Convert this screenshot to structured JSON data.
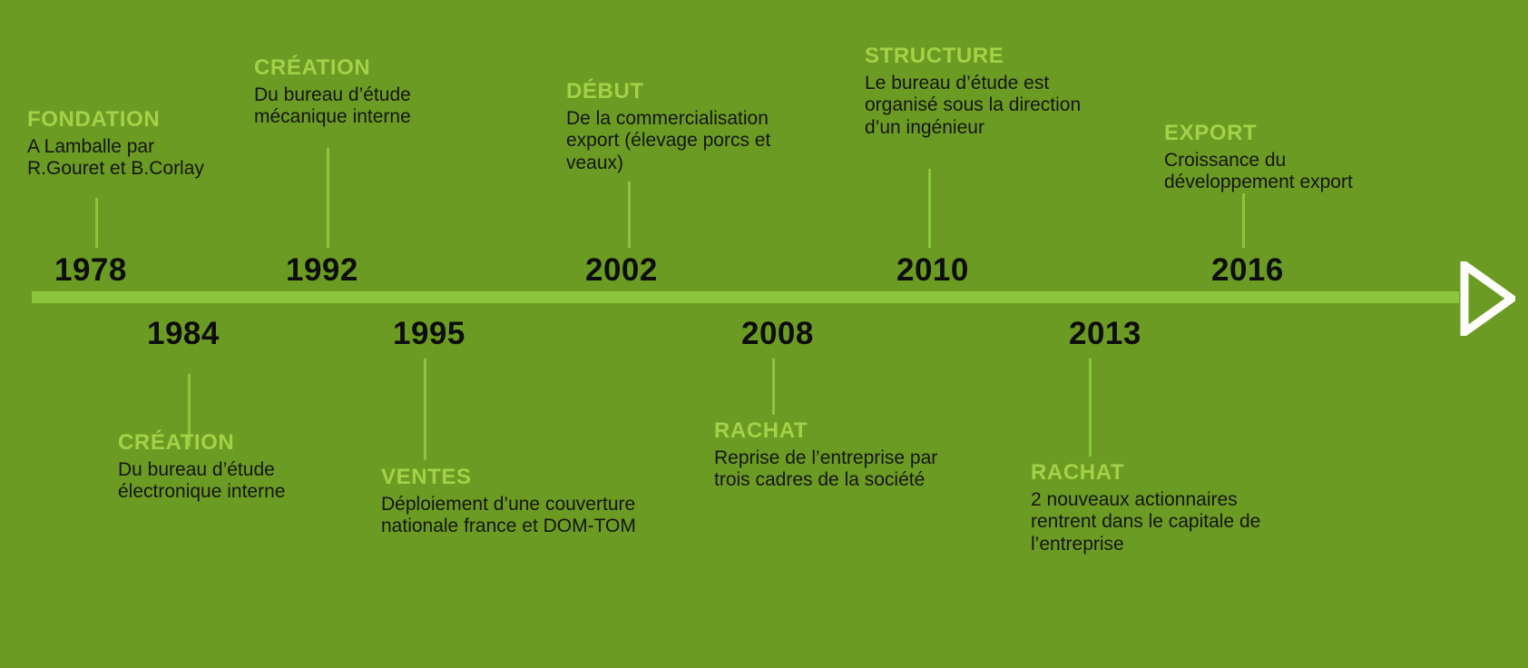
{
  "theme": {
    "background": "#6b9b23",
    "accent": "#8cc63e",
    "title_color": "#a4d148",
    "text_color": "#151515",
    "year_color": "#0d0d0d",
    "arrow_color": "#ffffff"
  },
  "timeline": {
    "axis_label": "timeline-axis",
    "arrow_label": "timeline-arrow",
    "events_above": [
      {
        "year": "1978",
        "title": "FONDATION",
        "description": "A Lamballe par\nR.Gouret et B.Corlay"
      },
      {
        "year": "1992",
        "title": "CRÉATION",
        "description": "Du bureau d’étude\nmécanique interne"
      },
      {
        "year": "2002",
        "title": "DÉBUT",
        "description": "De la commercialisation\nexport (élevage porcs et\nveaux)"
      },
      {
        "year": "2010",
        "title": "STRUCTURE",
        "description": "Le bureau d’étude est\norganisé sous la direction\nd’un ingénieur"
      },
      {
        "year": "2016",
        "title": "EXPORT",
        "description": "Croissance du\ndéveloppement export"
      }
    ],
    "events_below": [
      {
        "year": "1984",
        "title": "CRÉATION",
        "description": "Du bureau d’étude\nélectronique interne"
      },
      {
        "year": "1995",
        "title": "VENTES",
        "description": "Déploiement d’une couverture\nnationale france et DOM-TOM"
      },
      {
        "year": "2008",
        "title": "RACHAT",
        "description": "Reprise de l’entreprise par\ntrois cadres de la société"
      },
      {
        "year": "2013",
        "title": "RACHAT",
        "description": "2 nouveaux actionnaires\nrentrent dans le capitale de\nl’entreprise"
      }
    ]
  }
}
